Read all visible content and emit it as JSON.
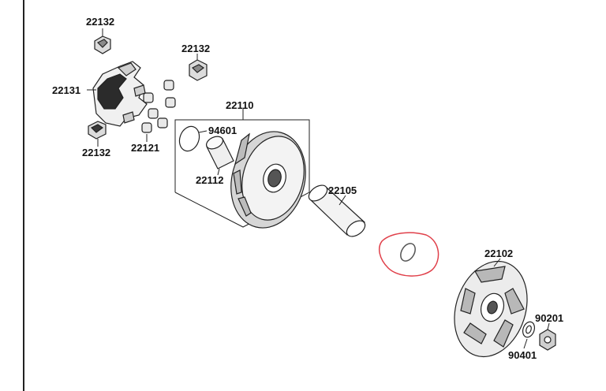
{
  "diagram": {
    "parts": [
      {
        "id": "p1",
        "label": "22132"
      },
      {
        "id": "p2",
        "label": "22132"
      },
      {
        "id": "p3",
        "label": "22131"
      },
      {
        "id": "p4",
        "label": "22110"
      },
      {
        "id": "p5",
        "label": "94601"
      },
      {
        "id": "p6",
        "label": "22132"
      },
      {
        "id": "p7",
        "label": "22121"
      },
      {
        "id": "p8",
        "label": "22112"
      },
      {
        "id": "p9",
        "label": "22105"
      },
      {
        "id": "p10",
        "label": "22102"
      },
      {
        "id": "p11",
        "label": "90201"
      },
      {
        "id": "p12",
        "label": "90401"
      }
    ],
    "colors": {
      "line": "#222222",
      "highlight": "#e0404a",
      "part_fill": "#f2f2f2",
      "part_shade": "#9a9a9a"
    }
  }
}
